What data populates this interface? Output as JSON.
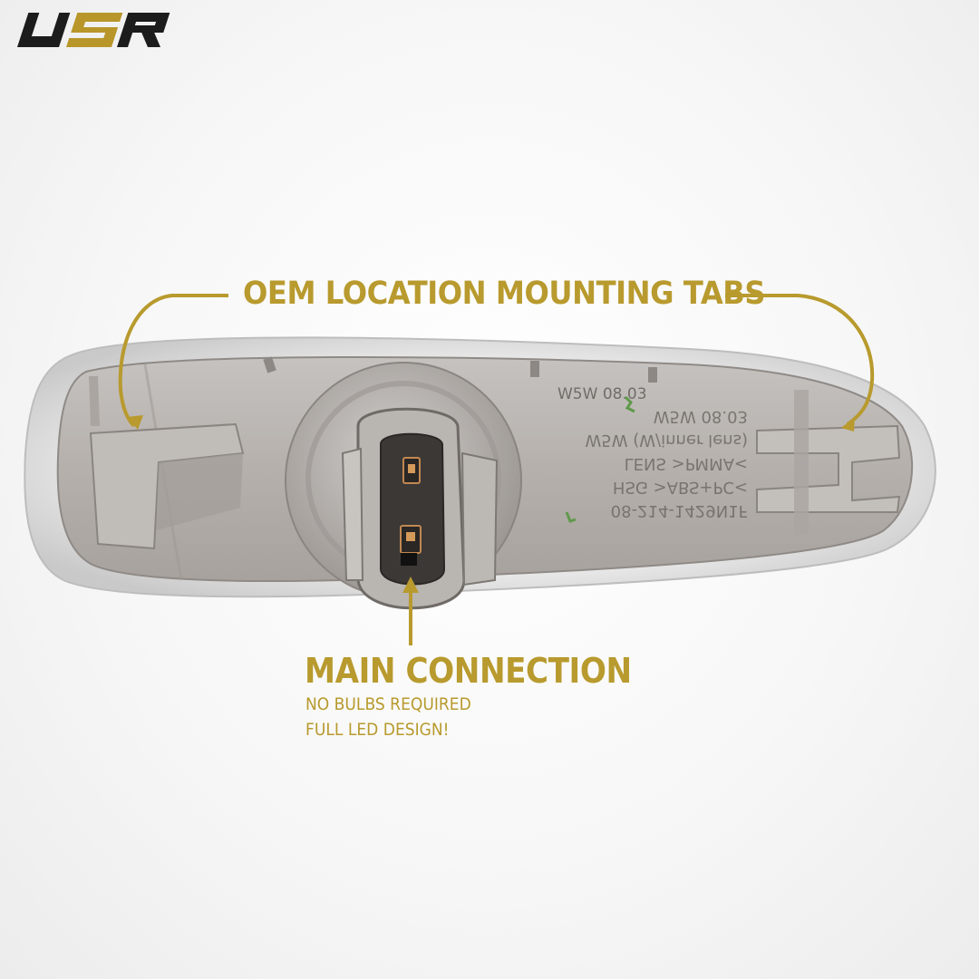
{
  "brand": {
    "logo_text": "USR",
    "colors": {
      "logo_dark": "#1c1c1c",
      "logo_gold": "#b8962a"
    }
  },
  "callouts": {
    "color": "#b89a2e",
    "tabs": {
      "title": "OEM LOCATION MOUNTING TABS"
    },
    "main": {
      "title": "MAIN CONNECTION",
      "lines": [
        "NO BULBS REQUIRED",
        "FULL LED DESIGN!"
      ]
    }
  },
  "product": {
    "housing_color": "#b3aeaa",
    "lens_color": "#dcdcdc",
    "molded_text": [
      "08-214-1429N1F",
      "HSG >ABS+PC<",
      "LENS >PMMA<",
      "W5W (W/inner lens)",
      "W5W 08.03"
    ]
  }
}
